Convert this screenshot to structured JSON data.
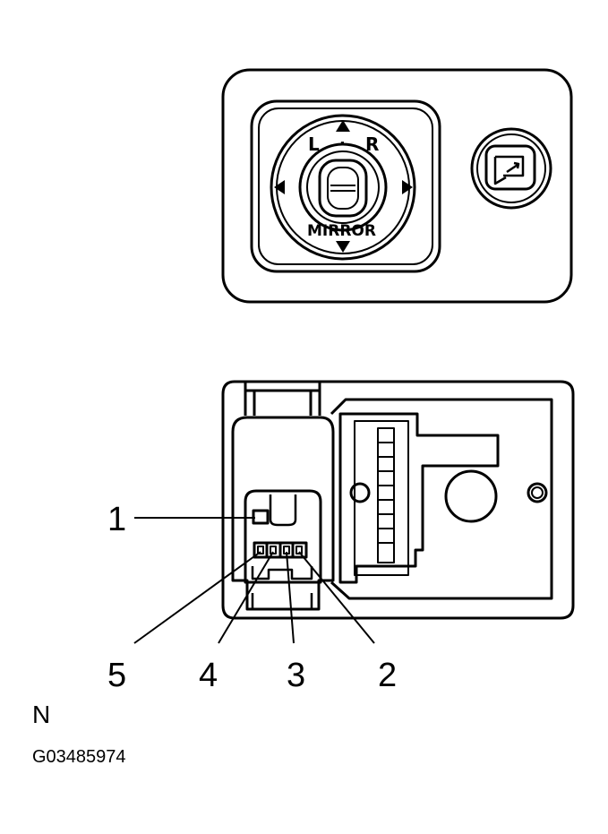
{
  "switch_panel": {
    "label_left": "L",
    "label_sep": "·",
    "label_right": "R",
    "label_mirror": "MIRROR"
  },
  "callouts": [
    {
      "id": "1",
      "text": "1"
    },
    {
      "id": "2",
      "text": "2"
    },
    {
      "id": "3",
      "text": "3"
    },
    {
      "id": "4",
      "text": "4"
    },
    {
      "id": "5",
      "text": "5"
    }
  ],
  "footer": {
    "code_n": "N",
    "figure_id": "G03485974"
  }
}
